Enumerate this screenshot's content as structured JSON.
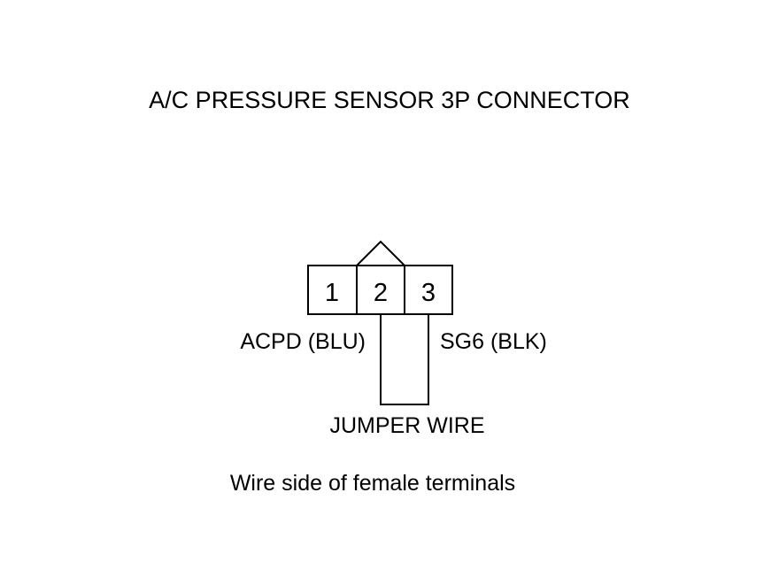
{
  "diagram": {
    "title": "A/C PRESSURE SENSOR 3P CONNECTOR",
    "terminals": [
      {
        "number": "1"
      },
      {
        "number": "2"
      },
      {
        "number": "3"
      }
    ],
    "labels": {
      "terminal_1_wire": "ACPD (BLU)",
      "terminal_3_wire": "SG6 (BLK)",
      "jumper": "JUMPER WIRE",
      "caption": "Wire side of female terminals"
    },
    "colors": {
      "line": "#000000",
      "background": "#ffffff"
    }
  }
}
